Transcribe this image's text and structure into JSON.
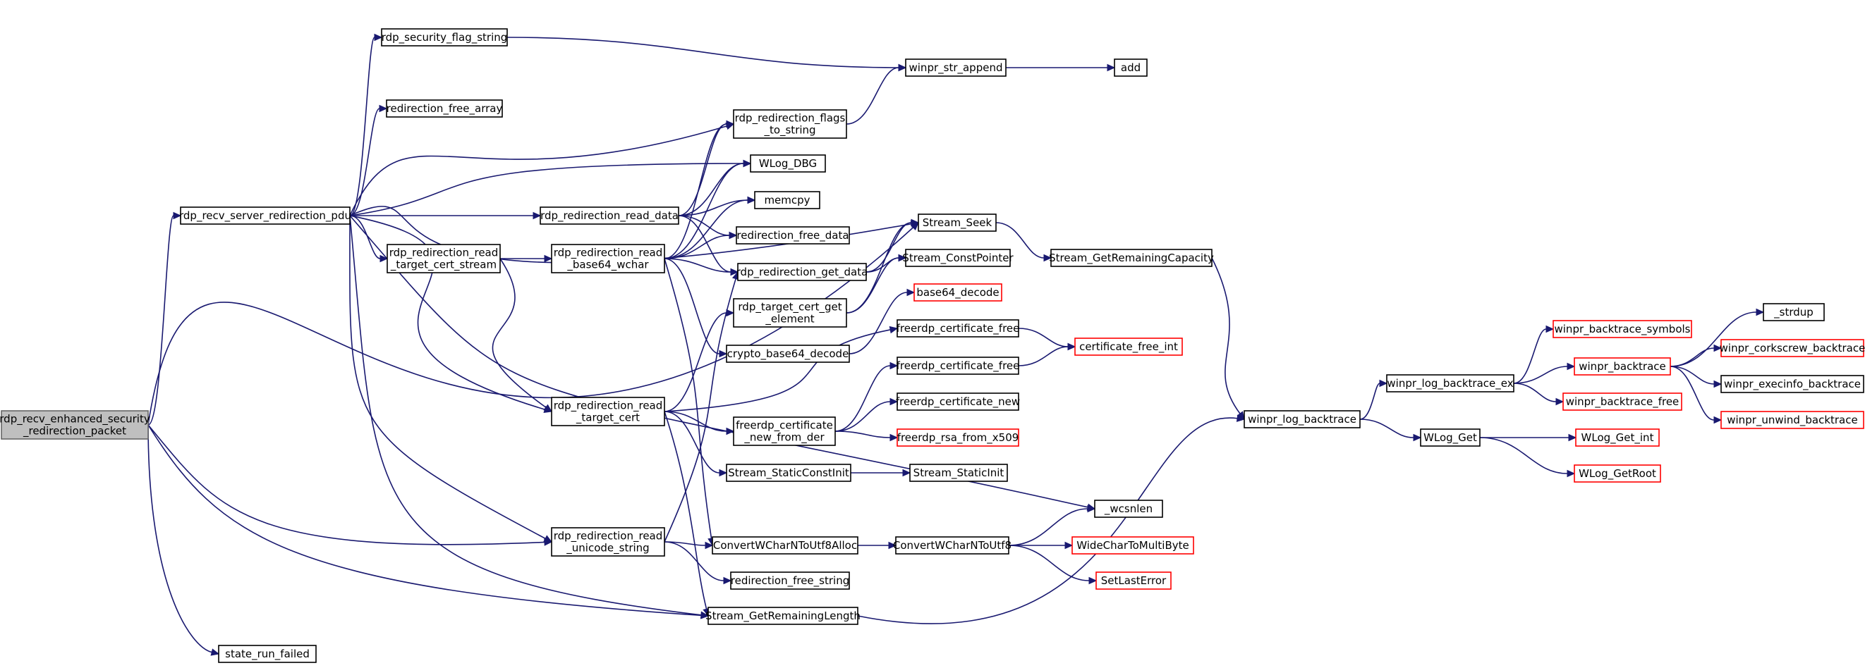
{
  "graph": {
    "nodes": [
      {
        "id": "root",
        "lines": [
          "rdp_recv_enhanced_security",
          "_redirection_packet"
        ],
        "style": "root"
      },
      {
        "id": "pdu",
        "lines": [
          "rdp_recv_server_redirection_pdu"
        ]
      },
      {
        "id": "state",
        "lines": [
          "state_run_failed"
        ]
      },
      {
        "id": "secflag",
        "lines": [
          "rdp_security_flag_string"
        ]
      },
      {
        "id": "freearr",
        "lines": [
          "redirection_free_array"
        ]
      },
      {
        "id": "readdata",
        "lines": [
          "rdp_redirection_read_data"
        ]
      },
      {
        "id": "certstream",
        "lines": [
          "rdp_redirection_read",
          "_target_cert_stream"
        ]
      },
      {
        "id": "readcert",
        "lines": [
          "rdp_redirection_read",
          "_target_cert"
        ]
      },
      {
        "id": "unistr",
        "lines": [
          "rdp_redirection_read",
          "_unicode_string"
        ]
      },
      {
        "id": "b64w",
        "lines": [
          "rdp_redirection_read",
          "_base64_wchar"
        ]
      },
      {
        "id": "flags",
        "lines": [
          "rdp_redirection_flags",
          "_to_string"
        ]
      },
      {
        "id": "wlogdbg",
        "lines": [
          "WLog_DBG"
        ]
      },
      {
        "id": "memcpy",
        "lines": [
          "memcpy"
        ]
      },
      {
        "id": "freedata",
        "lines": [
          "redirection_free_data"
        ]
      },
      {
        "id": "getdata",
        "lines": [
          "rdp_redirection_get_data"
        ]
      },
      {
        "id": "certel",
        "lines": [
          "rdp_target_cert_get",
          "_element"
        ]
      },
      {
        "id": "cryptob64",
        "lines": [
          "crypto_base64_decode"
        ]
      },
      {
        "id": "strappend",
        "lines": [
          "winpr_str_append"
        ]
      },
      {
        "id": "add",
        "lines": [
          "add"
        ]
      },
      {
        "id": "seek",
        "lines": [
          "Stream_Seek"
        ]
      },
      {
        "id": "constptr",
        "lines": [
          "Stream_ConstPointer"
        ]
      },
      {
        "id": "b64dec",
        "lines": [
          "base64_decode"
        ],
        "style": "red"
      },
      {
        "id": "certfree1",
        "lines": [
          "freerdp_certificate_free"
        ]
      },
      {
        "id": "certfree2",
        "lines": [
          "freerdp_certificate_free"
        ]
      },
      {
        "id": "certnewder",
        "lines": [
          "freerdp_certificate",
          "_new_from_der"
        ]
      },
      {
        "id": "certnew",
        "lines": [
          "freerdp_certificate_new"
        ]
      },
      {
        "id": "rsa",
        "lines": [
          "freerdp_rsa_from_x509"
        ],
        "style": "red"
      },
      {
        "id": "certfreeint",
        "lines": [
          "certificate_free_int"
        ],
        "style": "red"
      },
      {
        "id": "staticconst",
        "lines": [
          "Stream_StaticConstInit"
        ]
      },
      {
        "id": "staticinit",
        "lines": [
          "Stream_StaticInit"
        ]
      },
      {
        "id": "wcsnlen",
        "lines": [
          "_wcsnlen"
        ]
      },
      {
        "id": "wc2u8alloc",
        "lines": [
          "ConvertWCharNToUtf8Alloc"
        ]
      },
      {
        "id": "wc2u8",
        "lines": [
          "ConvertWCharNToUtf8"
        ]
      },
      {
        "id": "freestr",
        "lines": [
          "redirection_free_string"
        ]
      },
      {
        "id": "remlen",
        "lines": [
          "Stream_GetRemainingLength"
        ]
      },
      {
        "id": "remcap",
        "lines": [
          "Stream_GetRemainingCapacity"
        ]
      },
      {
        "id": "wc2mb",
        "lines": [
          "WideCharToMultiByte"
        ],
        "style": "red"
      },
      {
        "id": "setlasterr",
        "lines": [
          "SetLastError"
        ],
        "style": "red"
      },
      {
        "id": "logbt",
        "lines": [
          "winpr_log_backtrace"
        ]
      },
      {
        "id": "logbtex",
        "lines": [
          "winpr_log_backtrace_ex"
        ]
      },
      {
        "id": "wlogget",
        "lines": [
          "WLog_Get"
        ]
      },
      {
        "id": "btsym",
        "lines": [
          "winpr_backtrace_symbols"
        ],
        "style": "red"
      },
      {
        "id": "bt",
        "lines": [
          "winpr_backtrace"
        ],
        "style": "red"
      },
      {
        "id": "btfree",
        "lines": [
          "winpr_backtrace_free"
        ],
        "style": "red"
      },
      {
        "id": "getint",
        "lines": [
          "WLog_Get_int"
        ],
        "style": "red"
      },
      {
        "id": "getroot",
        "lines": [
          "WLog_GetRoot"
        ],
        "style": "red"
      },
      {
        "id": "strdup",
        "lines": [
          "_strdup"
        ]
      },
      {
        "id": "corkscrew",
        "lines": [
          "winpr_corkscrew_backtrace"
        ],
        "style": "red"
      },
      {
        "id": "execinfo",
        "lines": [
          "winpr_execinfo_backtrace"
        ]
      },
      {
        "id": "unwind",
        "lines": [
          "winpr_unwind_backtrace"
        ],
        "style": "red"
      }
    ]
  }
}
